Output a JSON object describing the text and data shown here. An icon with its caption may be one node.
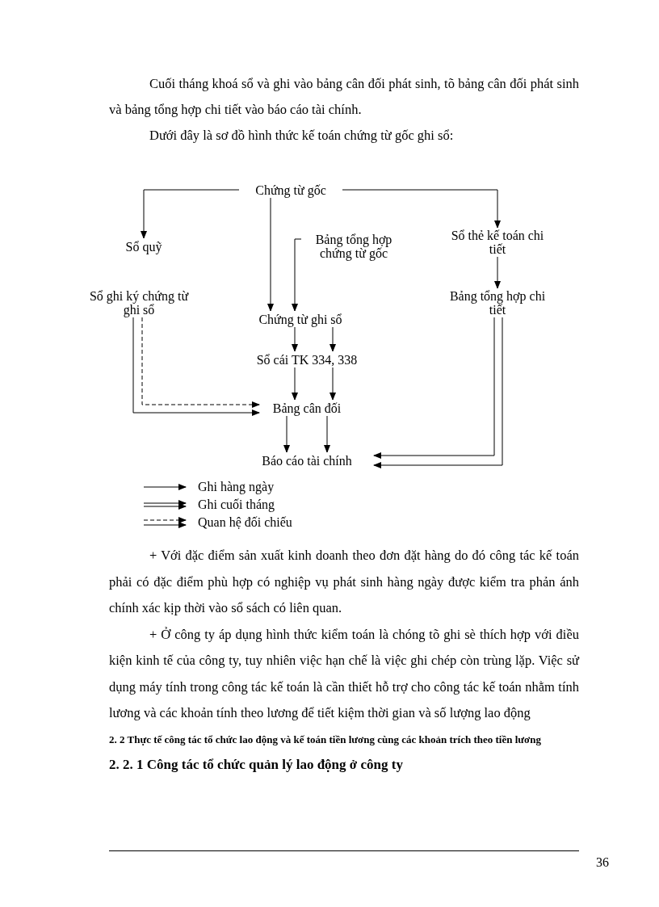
{
  "diagram": {
    "nodes": [
      {
        "text": [
          "Chứng từ gốc"
        ]
      },
      {
        "text": [
          "Sổ quỹ"
        ]
      },
      {
        "text": [
          "Bảng tổng hợp chứng từ gốc"
        ]
      },
      {
        "text": [
          "Sổ thẻ kế toán chi tiết"
        ]
      },
      {
        "text": [
          "Sổ ghi ký chứng từ ghi sổ"
        ]
      },
      {
        "text": [
          "Chứng từ ghi sổ"
        ]
      },
      {
        "text": [
          "Bảng tổng hợp chi tiết"
        ]
      },
      {
        "text": [
          "Sổ cái TK 334, 338"
        ]
      },
      {
        "text": [
          "Bảng cân đối"
        ]
      },
      {
        "text": [
          "Báo cáo tài chính"
        ]
      }
    ],
    "edges": [
      {
        "from": 0,
        "to": 1,
        "arrow": "to"
      },
      {
        "from": 0,
        "to": 5,
        "arrow": "to"
      },
      {
        "from": 0,
        "to": 3,
        "arrow": "to"
      },
      {
        "from": 2,
        "to": 5,
        "arrow": "to"
      },
      {
        "from": 3,
        "to": 6,
        "arrow": "to"
      },
      {
        "from": 5,
        "to": 7,
        "arrow": "to"
      },
      {
        "from": 5,
        "to": 7,
        "arrow": "to"
      },
      {
        "from": 7,
        "to": 8,
        "arrow": "to"
      },
      {
        "from": 7,
        "to": 8,
        "arrow": "to"
      },
      {
        "from": 8,
        "to": 9,
        "arrow": "to"
      },
      {
        "from": 8,
        "to": 9,
        "arrow": "to"
      },
      {
        "from": 6,
        "to": 9,
        "arrow": "to"
      },
      {
        "from": 6,
        "to": 9,
        "arrow": "to"
      },
      {
        "from": 4,
        "to": 8,
        "arrow": "to"
      },
      {
        "from": 4,
        "to": 8,
        "arrow": "to",
        "style": "dashed"
      }
    ],
    "labels": [
      "Cuối tháng khoá sổ và ghi vào bảng cân đối phát sinh, tõ bảng cân đối phát sinh và bảng tổng hợp chi tiết vào báo cáo tài chính.",
      "Dưới đây là sơ đồ hình thức kế toán chứng từ gốc ghi sổ:",
      "+ Với đặc điểm sản xuất kinh doanh theo đơn đặt hàng do đó công tác kế toán phải có đặc điểm phù hợp có nghiệp vụ phát sinh hàng ngày được kiểm tra phản ánh chính xác kịp thời vào sổ sách có liên quan.",
      "+ Ở công ty áp dụng hình thức kiểm toán là chóng tõ ghi sè thích hợp với điều kiện kinh tế của công ty, tuy nhiên việc hạn chế là việc ghi chép còn trùng lặp. Việc sử dụng máy tính trong công tác kế toán là cần thiết hỗ trợ cho công tác kế toán nhằm tính lương và các khoản tính theo lương để tiết kiệm thời gian và số lượng lao động",
      "2. 2 Thực tế công tác tổ chức lao động và kế toán tiền lương cùng các khoản trích theo tiền lương",
      "2. 2. 1 Công tác tổ chức quản lý lao động ở công ty",
      "36"
    ],
    "legend": [
      {
        "text": "Ghi hàng ngày"
      },
      {
        "text": "Ghi cuối tháng"
      },
      {
        "text": "Quan hệ đối chiếu"
      }
    ]
  }
}
